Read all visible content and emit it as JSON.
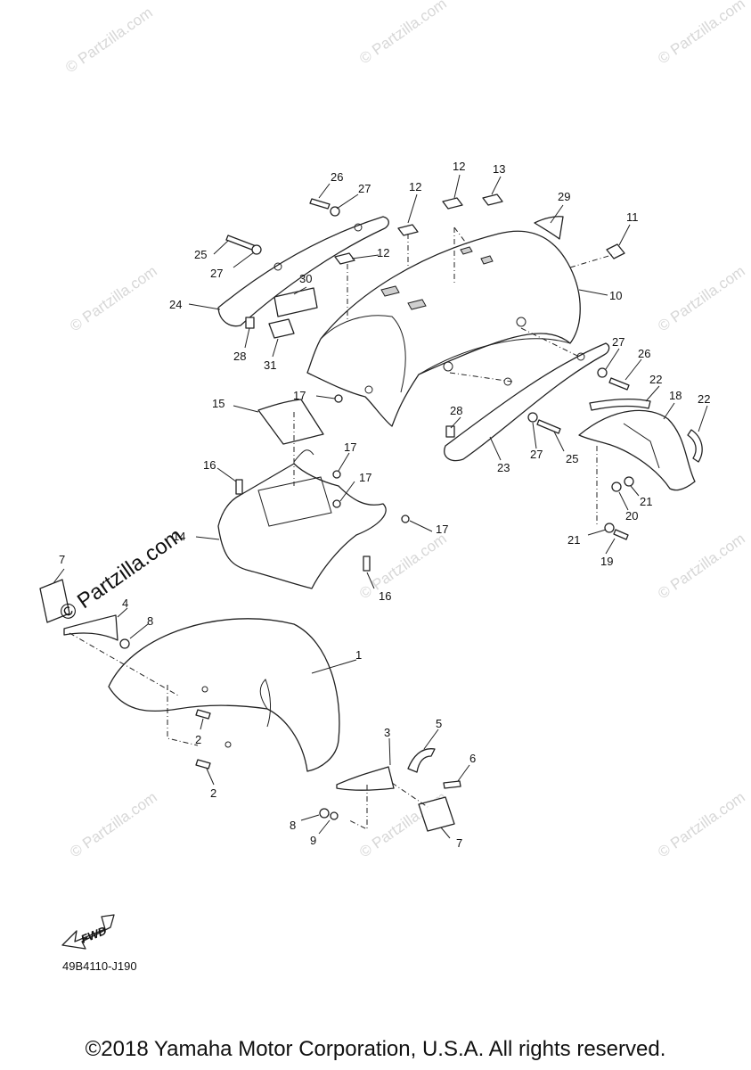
{
  "watermark": "© Partzilla.com",
  "diagram_code": "49B4110-J190",
  "copyright": "©2018 Yamaha Motor Corporation, U.S.A. All rights reserved.",
  "fwd_label": "FWD",
  "callouts": [
    {
      "id": "c1",
      "label": "1"
    },
    {
      "id": "c2a",
      "label": "2"
    },
    {
      "id": "c2b",
      "label": "2"
    },
    {
      "id": "c3",
      "label": "3"
    },
    {
      "id": "c4",
      "label": "4"
    },
    {
      "id": "c5",
      "label": "5"
    },
    {
      "id": "c6",
      "label": "6"
    },
    {
      "id": "c7a",
      "label": "7"
    },
    {
      "id": "c7b",
      "label": "7"
    },
    {
      "id": "c8a",
      "label": "8"
    },
    {
      "id": "c8b",
      "label": "8"
    },
    {
      "id": "c9",
      "label": "9"
    },
    {
      "id": "c10",
      "label": "10"
    },
    {
      "id": "c11",
      "label": "11"
    },
    {
      "id": "c12a",
      "label": "12"
    },
    {
      "id": "c12b",
      "label": "12"
    },
    {
      "id": "c12c",
      "label": "12"
    },
    {
      "id": "c13",
      "label": "13"
    },
    {
      "id": "c14",
      "label": "14"
    },
    {
      "id": "c15",
      "label": "15"
    },
    {
      "id": "c16a",
      "label": "16"
    },
    {
      "id": "c16b",
      "label": "16"
    },
    {
      "id": "c17a",
      "label": "17"
    },
    {
      "id": "c17b",
      "label": "17"
    },
    {
      "id": "c17c",
      "label": "17"
    },
    {
      "id": "c17d",
      "label": "17"
    },
    {
      "id": "c18",
      "label": "18"
    },
    {
      "id": "c19",
      "label": "19"
    },
    {
      "id": "c20",
      "label": "20"
    },
    {
      "id": "c21a",
      "label": "21"
    },
    {
      "id": "c21b",
      "label": "21"
    },
    {
      "id": "c22a",
      "label": "22"
    },
    {
      "id": "c22b",
      "label": "22"
    },
    {
      "id": "c23",
      "label": "23"
    },
    {
      "id": "c24",
      "label": "24"
    },
    {
      "id": "c25a",
      "label": "25"
    },
    {
      "id": "c25b",
      "label": "25"
    },
    {
      "id": "c26a",
      "label": "26"
    },
    {
      "id": "c26b",
      "label": "26"
    },
    {
      "id": "c27a",
      "label": "27"
    },
    {
      "id": "c27b",
      "label": "27"
    },
    {
      "id": "c27c",
      "label": "27"
    },
    {
      "id": "c27d",
      "label": "27"
    },
    {
      "id": "c28a",
      "label": "28"
    },
    {
      "id": "c28b",
      "label": "28"
    },
    {
      "id": "c29",
      "label": "29"
    },
    {
      "id": "c30",
      "label": "30"
    },
    {
      "id": "c31",
      "label": "31"
    }
  ]
}
